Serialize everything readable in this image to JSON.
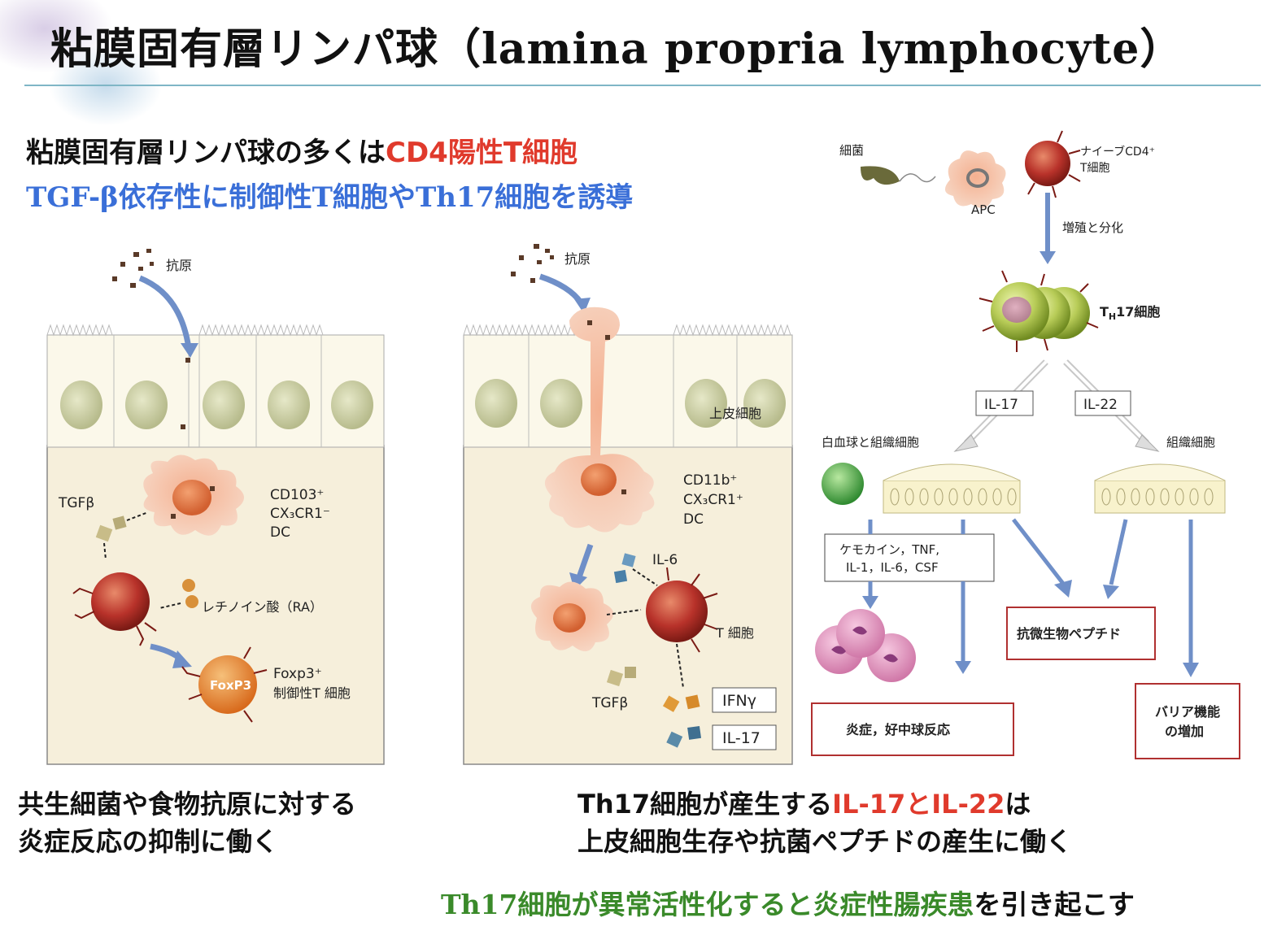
{
  "title": "粘膜固有層リンパ球（lamina propria lymphocyte）",
  "intro": {
    "line1_prefix": "粘膜固有層リンパ球の多くは",
    "line1_highlight": "CD4陽性T細胞",
    "line2": "TGF-β依存性に制御性T細胞やTh17細胞を誘導"
  },
  "left_panel": {
    "antigen": "抗原",
    "tgfb": "TGFβ",
    "dc_line1": "CD103⁺",
    "dc_line2": "CX₃CR1⁻",
    "dc_line3": "DC",
    "ra": "レチノイン酸（RA）",
    "foxp3_label": "FoxP3",
    "treg_line1": "Foxp3⁺",
    "treg_line2": "制御性T 細胞",
    "caption_line1": "共生細菌や食物抗原に対する",
    "caption_line2": "炎症反応の抑制に働く"
  },
  "middle_panel": {
    "antigen": "抗原",
    "epithelium": "上皮細胞",
    "dc_line1": "CD11b⁺",
    "dc_line2": "CX₃CR1⁺",
    "dc_line3": "DC",
    "il6": "IL-6",
    "tcell": "T 細胞",
    "tgfb": "TGFβ",
    "ifng": "IFNγ",
    "il17": "IL-17"
  },
  "right_panel": {
    "bacteria": "細菌",
    "apc": "APC",
    "naive_line1": "ナイーブCD4⁺",
    "naive_line2": "T細胞",
    "prolif": "増殖と分化",
    "th17_main": "T",
    "th17_sub": "H",
    "th17_rest": "17細胞",
    "il17_box": "IL-17",
    "il22_box": "IL-22",
    "leuko": "白血球と組織細胞",
    "tissue": "組織細胞",
    "chemokine_line1": "ケモカイン，TNF,",
    "chemokine_line2": "IL-1，IL-6，CSF",
    "antimicrobial": "抗微生物ペプチド",
    "inflammation": "炎症，好中球反応",
    "barrier_line1": "バリア機能",
    "barrier_line2": "の増加"
  },
  "bottom": {
    "th17_prefix": "Th17細胞が産生する",
    "th17_highlight": "IL-17とIL-22",
    "th17_suffix": "は",
    "th17_line2": "上皮細胞生存や抗菌ペプチドの産生に働く",
    "conclusion_highlight": "Th17細胞が異常活性化すると炎症性腸疾患",
    "conclusion_suffix": "を引き起こす"
  },
  "colors": {
    "title_rule": "#7fb6c6",
    "highlight_red": "#e03a2c",
    "highlight_blue": "#3a6fd8",
    "highlight_green": "#3a8a2a",
    "box_border_red": "#b03030",
    "arrow_blue": "#6f8fc8"
  }
}
